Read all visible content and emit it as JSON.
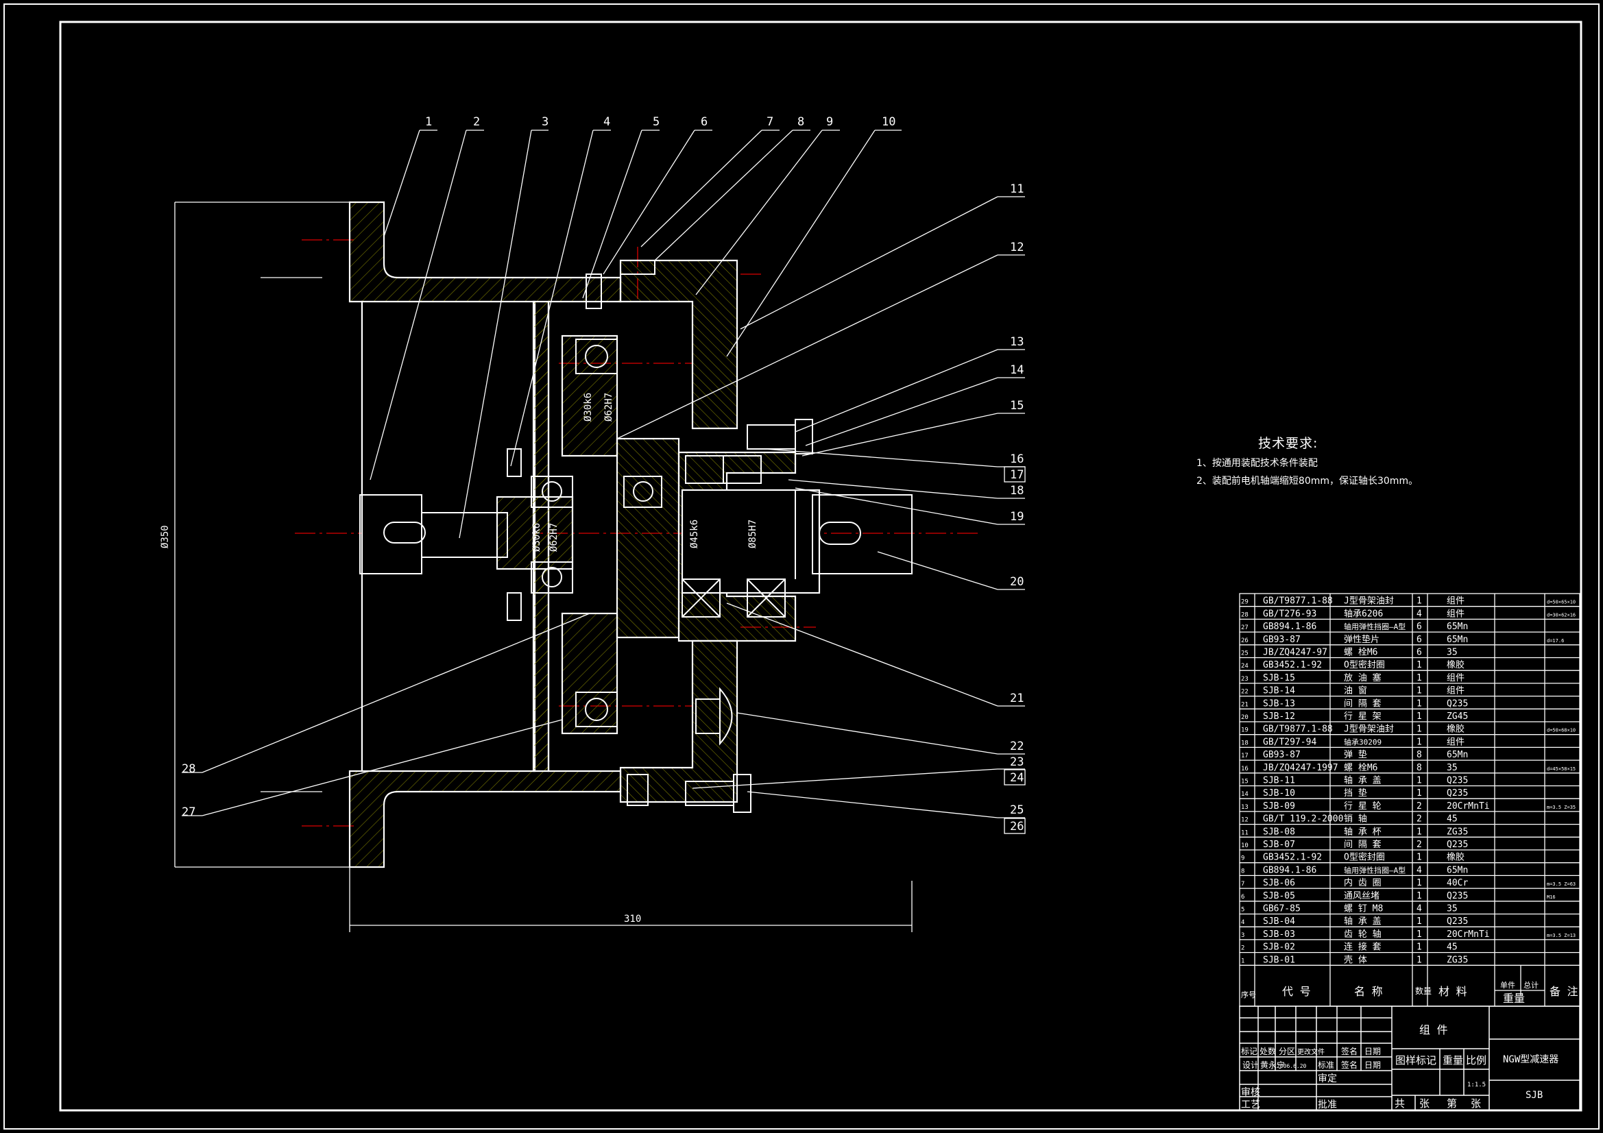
{
  "drawing": {
    "balloons": [
      "1",
      "2",
      "3",
      "4",
      "5",
      "6",
      "7",
      "8",
      "9",
      "10",
      "11",
      "12",
      "13",
      "14",
      "15",
      "16",
      "17",
      "18",
      "19",
      "20",
      "21",
      "22",
      "23",
      "24",
      "25",
      "26",
      "27",
      "28"
    ],
    "dimensions": {
      "height": "Ø350",
      "width": "310",
      "fits": [
        "Ø30k6",
        "Ø62H7",
        "Ø30k6",
        "Ø62H7",
        "Ø45k6",
        "Ø85H7"
      ]
    }
  },
  "tech_requirements": {
    "title": "技术要求:",
    "items": [
      "1、按通用装配技术条件装配",
      "2、装配前电机轴端缩短80mm，保证轴长30mm。"
    ]
  },
  "bom": {
    "rows": [
      {
        "no": "29",
        "code": "GB/T9877.1-88",
        "name": "J型骨架油封",
        "qty": "1",
        "material": "组件",
        "note": "d=50×65×10"
      },
      {
        "no": "28",
        "code": "GB/T276-93",
        "name": "轴承6206",
        "qty": "4",
        "material": "组件",
        "note": "d=30×62×16"
      },
      {
        "no": "27",
        "code": "GB894.1-86",
        "name": "轴用弹性挡圈—A型",
        "qty": "6",
        "material": "65Mn",
        "note": ""
      },
      {
        "no": "26",
        "code": "GB93-87",
        "name": "弹性垫片",
        "qty": "6",
        "material": "65Mn",
        "note": "d=17.6"
      },
      {
        "no": "25",
        "code": "JB/ZQ4247-97",
        "name": "螺 栓M6",
        "qty": "6",
        "material": "35",
        "note": ""
      },
      {
        "no": "24",
        "code": "GB3452.1-92",
        "name": "O型密封圈",
        "qty": "1",
        "material": "橡胶",
        "note": ""
      },
      {
        "no": "23",
        "code": "SJB-15",
        "name": "放 油 塞",
        "qty": "1",
        "material": "组件",
        "note": ""
      },
      {
        "no": "22",
        "code": "SJB-14",
        "name": "油  窗",
        "qty": "1",
        "material": "组件",
        "note": ""
      },
      {
        "no": "21",
        "code": "SJB-13",
        "name": "间 隔 套",
        "qty": "1",
        "material": "Q235",
        "note": ""
      },
      {
        "no": "20",
        "code": "SJB-12",
        "name": "行 星 架",
        "qty": "1",
        "material": "ZG45",
        "note": ""
      },
      {
        "no": "19",
        "code": "GB/T9877.1-88",
        "name": "J型骨架油封",
        "qty": "1",
        "material": "橡胶",
        "note": "d=50×68×10"
      },
      {
        "no": "18",
        "code": "GB/T297-94",
        "name": "轴承30209",
        "qty": "1",
        "material": "组件",
        "note": ""
      },
      {
        "no": "17",
        "code": "GB93-87",
        "name": "弹  垫",
        "qty": "8",
        "material": "65Mn",
        "note": ""
      },
      {
        "no": "16",
        "code": "JB/ZQ4247-1997",
        "name": "螺 栓M6",
        "qty": "8",
        "material": "35",
        "note": "d=45×58×15"
      },
      {
        "no": "15",
        "code": "SJB-11",
        "name": "轴 承 盖",
        "qty": "1",
        "material": "Q235",
        "note": ""
      },
      {
        "no": "14",
        "code": "SJB-10",
        "name": "挡  垫",
        "qty": "1",
        "material": "Q235",
        "note": ""
      },
      {
        "no": "13",
        "code": "SJB-09",
        "name": "行 星 轮",
        "qty": "2",
        "material": "20CrMnTi",
        "note": "m=3.5 Z=35"
      },
      {
        "no": "12",
        "code": "GB/T 119.2-2000",
        "name": "销  轴",
        "qty": "2",
        "material": "45",
        "note": ""
      },
      {
        "no": "11",
        "code": "SJB-08",
        "name": "轴 承 杯",
        "qty": "1",
        "material": "ZG35",
        "note": ""
      },
      {
        "no": "10",
        "code": "SJB-07",
        "name": "间 隔 套",
        "qty": "2",
        "material": "Q235",
        "note": ""
      },
      {
        "no": "9",
        "code": "GB3452.1-92",
        "name": "O型密封圈",
        "qty": "1",
        "material": "橡胶",
        "note": ""
      },
      {
        "no": "8",
        "code": "GB894.1-86",
        "name": "轴用弹性挡圈—A型",
        "qty": "4",
        "material": "65Mn",
        "note": ""
      },
      {
        "no": "7",
        "code": "SJB-06",
        "name": "内 齿 圈",
        "qty": "1",
        "material": "40Cr",
        "note": "m=3.5 Z=63"
      },
      {
        "no": "6",
        "code": "SJB-05",
        "name": "通风丝堵",
        "qty": "1",
        "material": "Q235",
        "note": "M16"
      },
      {
        "no": "5",
        "code": "GB67-85",
        "name": "螺 钉 M8",
        "qty": "4",
        "material": "35",
        "note": ""
      },
      {
        "no": "4",
        "code": "SJB-04",
        "name": "轴 承 盖",
        "qty": "1",
        "material": "Q235",
        "note": ""
      },
      {
        "no": "3",
        "code": "SJB-03",
        "name": "齿 轮 轴",
        "qty": "1",
        "material": "20CrMnTi",
        "note": "m=3.5 Z=13"
      },
      {
        "no": "2",
        "code": "SJB-02",
        "name": "连 接 套",
        "qty": "1",
        "material": "45",
        "note": ""
      },
      {
        "no": "1",
        "code": "SJB-01",
        "name": "壳  体",
        "qty": "1",
        "material": "ZG35",
        "note": ""
      }
    ],
    "header": {
      "no": "序号",
      "code": "代  号",
      "name": "名  称",
      "qty": "数量",
      "material": "材  料",
      "unit_weight": "单件",
      "total_weight": "总计",
      "weight": "重量",
      "note": "备 注"
    }
  },
  "title_block": {
    "row1": [
      "标记",
      "处数",
      "分区",
      "更改文件",
      "签名",
      "日期"
    ],
    "designer_label": "设计",
    "designer": "黄永宁",
    "design_date": "2006.6.20",
    "standard_label": "标准",
    "sign_label": "签名",
    "date_label": "日期",
    "review_label": "审定",
    "check_label": "审核",
    "process_label": "工艺",
    "approve_label": "批准",
    "assembly": "组    件",
    "stage_mark": "图样标记",
    "weight": "重量",
    "scale": "比例",
    "scale_value": "1:1.5",
    "sheets": [
      "共",
      "张",
      "第",
      "张"
    ],
    "drawing_name": "NGW型减速器",
    "drawing_code": "SJB"
  }
}
